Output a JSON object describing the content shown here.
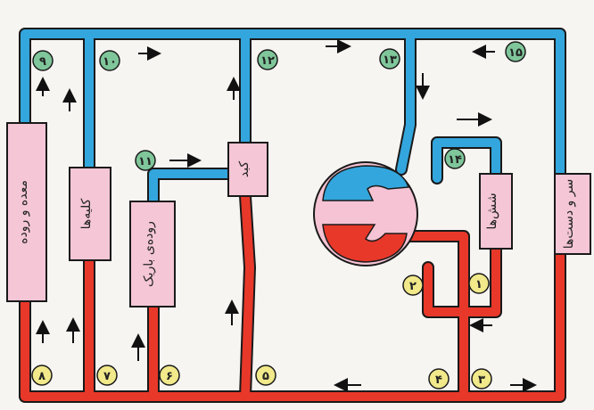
{
  "colors": {
    "oxygenated": "#e8382a",
    "deoxygenated": "#33a6dd",
    "vessel_outline": "#1a1a1a",
    "organ_fill": "#f4c6d6",
    "heart_fill": "#f5c3d3",
    "green_marker": "#7fc69a",
    "yellow_marker": "#f1e98a",
    "background": "#f7f5f2"
  },
  "organs": {
    "organ_a": "معده و روده",
    "kidneys": "کلیه‌ها",
    "small_intestine": "روده‌ی باریک",
    "liver": "کبد",
    "lungs": "شش‌ها",
    "head_and_arms": "سر و دست‌ها"
  },
  "markers": {
    "m1": "۱",
    "m2": "۲",
    "m3": "۳",
    "m4": "۴",
    "m5": "۵",
    "m6": "۶",
    "m7": "۷",
    "m8": "۸",
    "m9": "۹",
    "m10": "۱۰",
    "m11": "۱۱",
    "m12": "۱۲",
    "m13": "۱۳",
    "m14": "۱۴",
    "m15": "۱۵"
  },
  "arrow_icons": "arrow-icon"
}
